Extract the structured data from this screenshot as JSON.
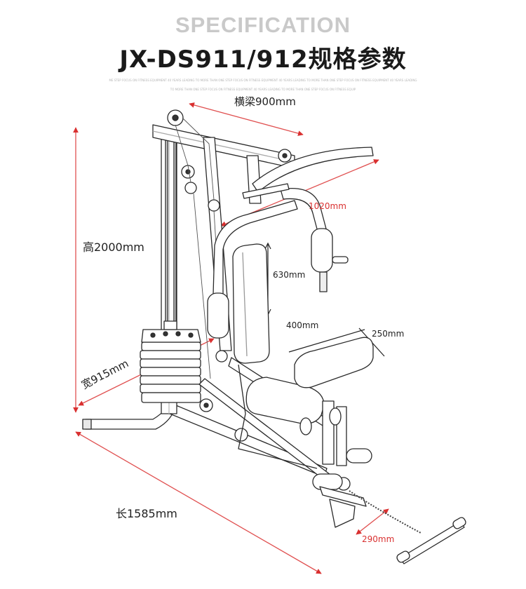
{
  "header": {
    "spec_label": "SPECIFICATION",
    "title": "JX-DS911/912规格参数",
    "fine_print_line1": "ME STEP FOCUS ON FITNESS EQUIPMENT 40 YEARS LEADING TO MORE THAN ONE STEP FOCUS ON FITNESS EQUIPMENT 40 YEARS LEADING TO MORE THAN ONE STEP FOCUS ON FITNESS EQUIPMENT 40 YEARS LEADING",
    "fine_print_line2": "TO MORE THAN ONE STEP FOCUS ON FITNESS EQUIPMENT 40 YEARS LEADING TO MORE THAN ONE STEP FOCUS ON FITNESS EQUIP"
  },
  "dimensions": {
    "beam": "横梁900mm",
    "height": "高2000mm",
    "width": "宽915mm",
    "length": "长1585mm",
    "arm_span": "1020mm",
    "backrest_height": "630mm",
    "backrest_width": "400mm",
    "seat_depth": "250mm",
    "foot_plate": "290mm"
  },
  "colors": {
    "dimension_red": "#d93030",
    "text_dark": "#222222",
    "spec_gray": "#c9c9c9"
  }
}
